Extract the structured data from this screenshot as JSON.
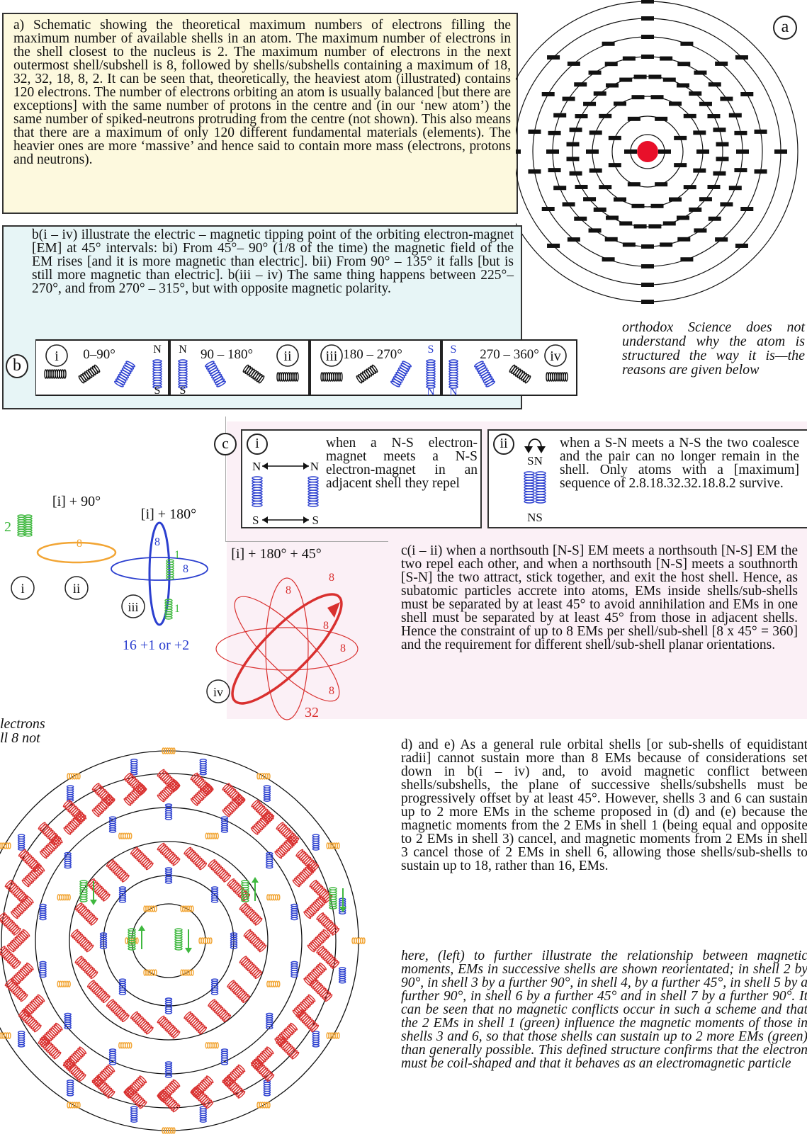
{
  "panel_a": {
    "label": "a",
    "text": "a) Schematic showing the theoretical maximum numbers of electrons filling the maximum number of available shells in an atom. The maximum number of electrons in the shell closest to the nucleus is 2. The maximum number of electrons in the next outermost shell/subshell is 8, followed by shells/subshells containing a maximum of 18, 32, 32, 18, 8, 2. It can be seen that, theoretically, the heaviest atom (illustrated) contains 120 electrons. The number of electrons orbiting an atom is usually balanced [but there are exceptions] with the same number of protons in the centre and (in our ‘new atom’) the same number of spiked-neutrons protruding from the centre (not shown). This also means that there are a maximum of only 120 different fundamental materials (elements). The heavier ones are more ‘massive’ and hence said to contain more mass (electrons, protons and neutrons)."
  },
  "panel_b": {
    "label": "b",
    "text": "b(i – iv) illustrate the electric – magnetic tipping point of the orbiting electron-magnet [EM] at 45° intervals: bi) From 45°– 90° (1/8 of the time) the magnetic field of the EM rises [and it is more magnetic than electric]. bii) From 90° – 135° it falls [but is still more magnetic than electric]. b(iii – iv) The same thing happens between 225°– 270°, and from 270° – 315°, but with opposite magnetic polarity.",
    "boxes": [
      {
        "num": "i",
        "range": "0–90°",
        "top_pole": "N",
        "bottom_pole": "S"
      },
      {
        "num": "ii",
        "range": "90 – 180°",
        "top_pole": "N",
        "bottom_pole": "S"
      },
      {
        "num": "iii",
        "range": "180 – 270°",
        "top_pole": "S",
        "bottom_pole": "N"
      },
      {
        "num": "iv",
        "range": "270 – 360°",
        "top_pole": "S",
        "bottom_pole": "N"
      }
    ]
  },
  "orthodox_note": "orthodox Science does not understand why the atom is structured the way it is—the reasons are given below",
  "panel_c": {
    "label": "c",
    "box_i": {
      "num": "i",
      "text": "when a N-S electron-magnet meets a N-S electron-magnet in an adjacent shell they repel",
      "n1": "N",
      "n2": "N",
      "s1": "S",
      "s2": "S"
    },
    "box_ii": {
      "num": "ii",
      "text": "when a S-N meets a N-S the two coalesce and the pair can no longer remain in the shell. Only atoms with a [maximum] sequence of 2.8.18.32.32.18.8.2 survive.",
      "top": "SN",
      "bottom": "NS"
    },
    "text": "c(i – ii) when a northsouth [N-S] EM meets a northsouth [N-S] EM the two repel each other, and when a northsouth [N-S] meets a southnorth [S-N] the two attract, stick together, and exit the host shell. Hence, as subatomic particles accrete into atoms, EMs inside shells/sub-shells must be separated by at least 45° to avoid annihilation and EMs in one shell must be separated by at least 45° from those in adjacent shells. Hence the constraint of up to 8 EMs per shell/sub-shell [8 x 45° = 360] and the requirement for different shell/sub-shell planar orientations."
  },
  "orbit_labels": {
    "i_plus_90": "[i] + 90°",
    "i_plus_180": "[i] + 180°",
    "i_plus_180_45": "[i] + 180° + 45°",
    "i": "i",
    "ii": "ii",
    "iii": "iii",
    "iv": "iv",
    "two": "2",
    "eight": "8",
    "one": "1",
    "sixteen": "16 +1 or +2",
    "thirtytwo": "32"
  },
  "partial_left_text": "lectrons\nll 8 not\n",
  "panel_de_text": "d) and e) As a general rule orbital shells [or sub-shells of equidistant radii] cannot sustain more than 8 EMs because of considerations set down in b(i – iv) and, to avoid magnetic conflict between shells/subshells, the plane of successive shells/subshells must be progressively offset by at least 45°. However, shells 3 and 6 can sustain up to 2 more EMs in the scheme proposed in (d) and (e) because the magnetic moments from the 2 EMs in shell 1 (being equal and opposite to 2 EMs in shell 3) cancel, and magnetic moments from 2 EMs in shell 3 cancel those of 2 EMs in shell 6, allowing those shells/sub-shells to sustain up to 18, rather than 16, EMs.",
  "bottom_note": "here, (left) to further illustrate the relationship between magnetic moments, EMs in successive shells are shown reorientated; in shell 2 by 90°, in shell 3 by a further 90°, in shell 4, by a further 45°, in shell 5 by a further 90°, in shell 6 by a further 45° and in shell 7 by a further 90°. It can be seen that no magnetic conflicts occur in such a scheme and that the 2 EMs in shell 1 (green) influence the magnetic moments of those in shells 3 and 6, so that those shells can sustain up to 2 more EMs (green) than generally possible. This defined structure confirms that the electron must be coil-shaped and that it behaves as an electromagnetic particle",
  "colors": {
    "panel_a_bg": "#fdf9de",
    "panel_b_bg": "#e7f5f6",
    "panel_c_bg": "#fbf0f6",
    "coil_blue": "#2b3fcf",
    "coil_red": "#d9302f",
    "coil_green": "#3fb83f",
    "coil_orange": "#f2a534",
    "nucleus": "#e8102a"
  },
  "atom_a_shells": [
    2,
    8,
    18,
    32,
    32,
    18,
    8,
    2
  ]
}
